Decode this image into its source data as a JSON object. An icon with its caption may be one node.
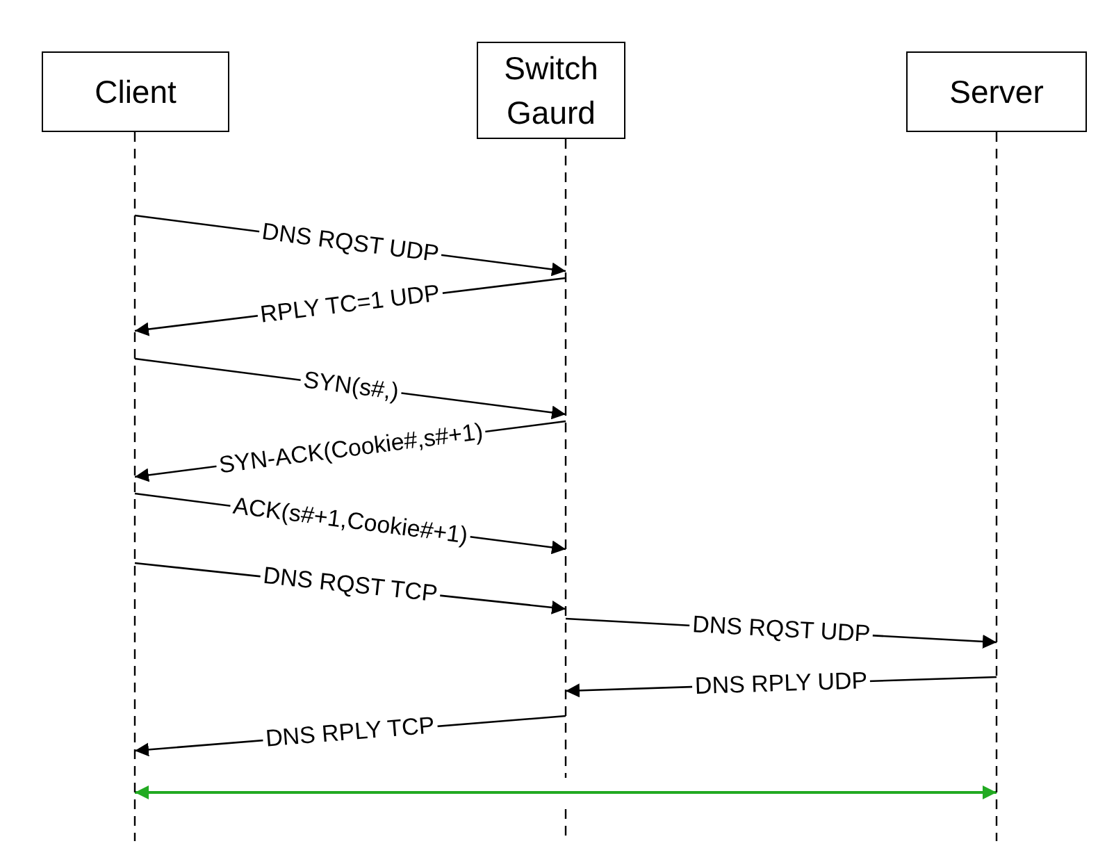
{
  "diagram": {
    "nodes": [
      {
        "text": [
          "Client"
        ]
      },
      {
        "text": [
          "Switch Gaurd"
        ]
      },
      {
        "text": [
          "Server"
        ]
      }
    ],
    "edges": [
      {
        "from": 0,
        "to": 1,
        "arrow": "to",
        "label": "DNS RQST UDP"
      },
      {
        "from": 1,
        "to": 0,
        "arrow": "to",
        "label": "RPLY TC=1 UDP"
      },
      {
        "from": 0,
        "to": 1,
        "arrow": "to",
        "label": "SYN(s#,)"
      },
      {
        "from": 1,
        "to": 0,
        "arrow": "to",
        "label": "SYN-ACK(Cookie#,s#+1)"
      },
      {
        "from": 0,
        "to": 1,
        "arrow": "to",
        "label": "ACK(s#+1,Cookie#+1)"
      },
      {
        "from": 0,
        "to": 1,
        "arrow": "to",
        "label": "DNS RQST TCP"
      },
      {
        "from": 1,
        "to": 2,
        "arrow": "to",
        "label": "DNS RQST UDP"
      },
      {
        "from": 2,
        "to": 1,
        "arrow": "to",
        "label": "DNS RPLY UDP"
      },
      {
        "from": 1,
        "to": 0,
        "arrow": "to",
        "label": "DNS RPLY TCP"
      },
      {
        "from": 0,
        "to": 2,
        "arrow": "both",
        "color": "#22aa22"
      }
    ]
  }
}
